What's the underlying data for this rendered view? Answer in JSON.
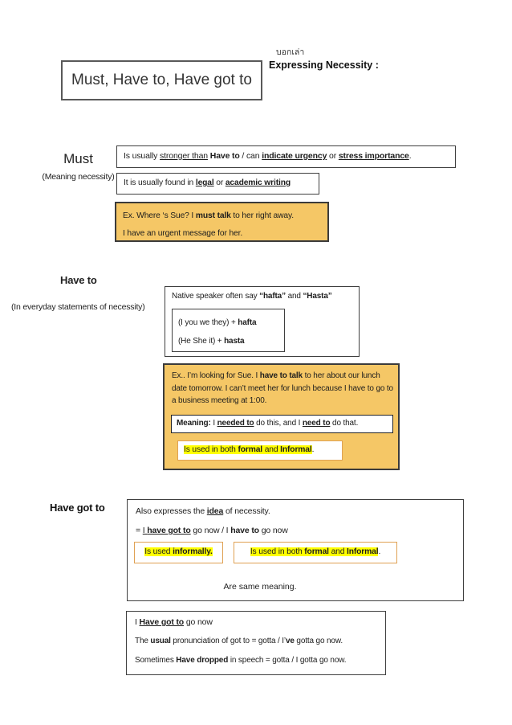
{
  "colors": {
    "example_fill": "#F5C766",
    "text_highlight": "#FFFF00",
    "callout_border": "#DFA153",
    "box_border": "#3F3F3F"
  },
  "header": {
    "title": "Must, Have to, Have got to",
    "label_thai": "บอกเล่า",
    "label_en": "Expressing Necessity :"
  },
  "must": {
    "heading": "Must",
    "sub": "(Meaning necessity)",
    "point1": [
      {
        "t": "Is usually "
      },
      {
        "t": "stronger than",
        "u": true
      },
      {
        "t": " "
      },
      {
        "t": "Have to",
        "b": true
      },
      {
        "t": " / can "
      },
      {
        "t": "indicate urgency",
        "b": true,
        "u": true
      },
      {
        "t": " or "
      },
      {
        "t": "stress importance",
        "b": true,
        "u": true
      },
      {
        "t": "."
      }
    ],
    "point2": [
      {
        "t": "It is usually found in "
      },
      {
        "t": "legal",
        "b": true,
        "u": true
      },
      {
        "t": " or "
      },
      {
        "t": "academic writing",
        "b": true,
        "u": true
      }
    ],
    "example": [
      [
        {
          "t": "Ex. Where ‘s Sue? I "
        },
        {
          "t": "must talk",
          "b": true
        },
        {
          "t": "  to her right away."
        }
      ],
      [
        {
          "t": "I have an urgent message for her."
        }
      ]
    ]
  },
  "have_to": {
    "heading": "Have to",
    "sub": "(In everyday statements of necessity)",
    "native_line": [
      {
        "t": "Native speaker often say "
      },
      {
        "t": "“hafta”",
        "b": true
      },
      {
        "t": " and "
      },
      {
        "t": "“Hasta”",
        "b": true
      }
    ],
    "forms": [
      [
        {
          "t": "(I you we they) + "
        },
        {
          "t": "hafta",
          "b": true
        }
      ],
      [
        {
          "t": "(He She it) + "
        },
        {
          "t": "hasta",
          "b": true
        }
      ]
    ],
    "example": [
      {
        "t": "Ex..  I’m looking for Sue. I "
      },
      {
        "t": "have to talk",
        "b": true
      },
      {
        "t": " to her about our lunch date tomorrow. I can’t meet her for lunch because I have to go to a business meeting at 1:00."
      }
    ],
    "meaning": [
      {
        "t": "Meaning:",
        "b": true
      },
      {
        "t": " I "
      },
      {
        "t": "needed to",
        "b": true,
        "u": true
      },
      {
        "t": " do this, and I "
      },
      {
        "t": "need to",
        "b": true,
        "u": true
      },
      {
        "t": " do  that."
      }
    ],
    "formality": [
      {
        "t": "Is used in both ",
        "h": true
      },
      {
        "t": "formal",
        "b": true,
        "h": true
      },
      {
        "t": " and ",
        "h": true
      },
      {
        "t": "Informal",
        "b": true,
        "h": true
      },
      {
        "t": "."
      }
    ]
  },
  "have_got_to": {
    "heading": "Have got to",
    "line1": [
      {
        "t": "Also expresses the "
      },
      {
        "t": "idea",
        "b": true,
        "u": true
      },
      {
        "t": " of necessity."
      }
    ],
    "line2": [
      {
        "t": "= "
      },
      {
        "t": "I ",
        "u": true
      },
      {
        "t": "have got to",
        "b": true,
        "u": true
      },
      {
        "t": " go now / I "
      },
      {
        "t": "have to",
        "b": true
      },
      {
        "t": " go now"
      }
    ],
    "callout_informal": [
      {
        "t": "Is used ",
        "h": true
      },
      {
        "t": "informally.",
        "b": true,
        "h": true
      }
    ],
    "callout_formal": [
      {
        "t": "Is used in both ",
        "h": true
      },
      {
        "t": "formal",
        "b": true,
        "h": true
      },
      {
        "t": " and ",
        "h": true
      },
      {
        "t": "Informal",
        "b": true,
        "h": true
      },
      {
        "t": "."
      }
    ],
    "same_meaning": "Are same meaning.",
    "notes": [
      [
        {
          "t": "I "
        },
        {
          "t": "Have got to",
          "b": true,
          "u": true
        },
        {
          "t": " go now"
        }
      ],
      [
        {
          "t": "The "
        },
        {
          "t": "usual",
          "b": true
        },
        {
          "t": " pronunciation of got to = gotta  / I’"
        },
        {
          "t": "ve",
          "b": true
        },
        {
          "t": " gotta go now."
        }
      ],
      [
        {
          "t": "Sometimes "
        },
        {
          "t": "Have dropped",
          "b": true
        },
        {
          "t": " in speech = gotta / I gotta go now."
        }
      ]
    ]
  }
}
